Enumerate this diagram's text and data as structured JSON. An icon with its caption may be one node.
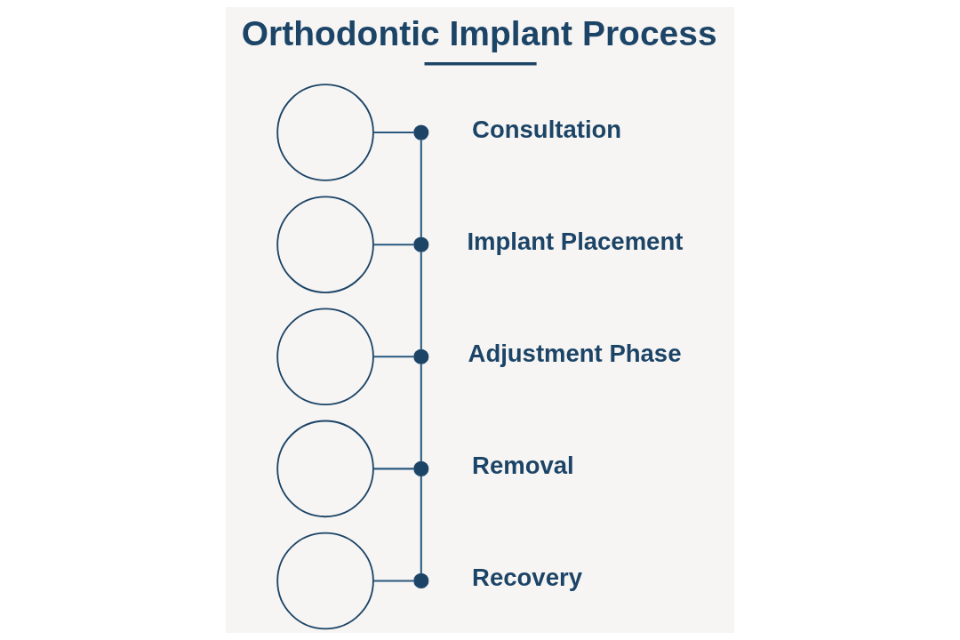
{
  "diagram": {
    "title": "Orthodontic Implant Process",
    "nodes": [
      {
        "text": [],
        "shape": "circle"
      },
      {
        "text": [],
        "shape": "circle",
        "beside": [
          "Consultation"
        ]
      },
      {
        "text": [],
        "shape": "circle"
      },
      {
        "text": [],
        "shape": "circle",
        "beside": [
          "Implant Placement"
        ]
      },
      {
        "text": [],
        "shape": "circle"
      },
      {
        "text": [],
        "shape": "circle",
        "beside": [
          "Adjustment Phase"
        ]
      },
      {
        "text": [],
        "shape": "circle"
      },
      {
        "text": [],
        "shape": "circle",
        "beside": [
          "Removal"
        ]
      },
      {
        "text": [],
        "shape": "circle"
      },
      {
        "text": [],
        "shape": "circle",
        "beside": [
          "Recovery"
        ]
      }
    ],
    "edges": [
      {
        "from": 0,
        "to": 1,
        "arrow": "none"
      },
      {
        "from": 2,
        "to": 3,
        "arrow": "none"
      },
      {
        "from": 4,
        "to": 5,
        "arrow": "none"
      },
      {
        "from": 6,
        "to": 7,
        "arrow": "none"
      },
      {
        "from": 8,
        "to": 9,
        "arrow": "none"
      },
      {
        "from": 1,
        "to": 3,
        "arrow": "none"
      },
      {
        "from": 3,
        "to": 5,
        "arrow": "none"
      },
      {
        "from": 5,
        "to": 7,
        "arrow": "none"
      },
      {
        "from": 7,
        "to": 9,
        "arrow": "none"
      }
    ]
  }
}
